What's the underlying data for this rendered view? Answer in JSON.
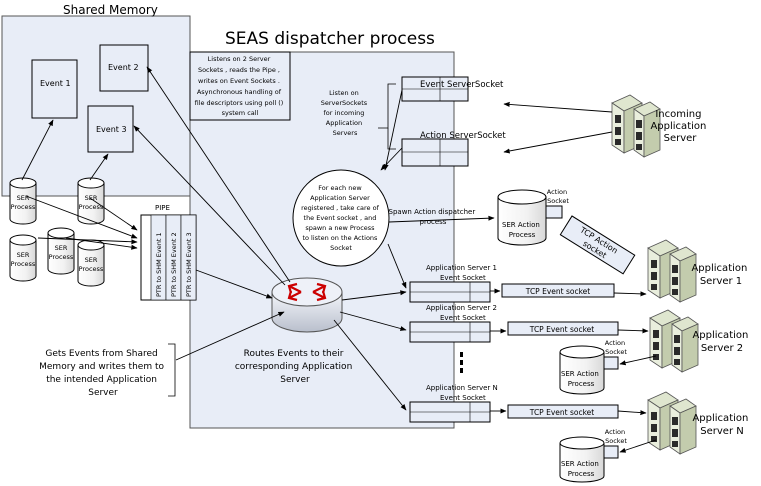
{
  "title": "SEAS dispatcher process",
  "shared_memory": {
    "label": "Shared Memory",
    "events": [
      "Event 1",
      "Event 2",
      "Event 3"
    ]
  },
  "ser_process": [
    "SER",
    "Process"
  ],
  "ser_action_process": [
    "SER Action",
    "Process"
  ],
  "pipe": {
    "label": "PIPE",
    "entries": [
      "PTR to SHM Event 1",
      "PTR to SHM Event 2",
      "PTR to SHM Event 3"
    ]
  },
  "notes": {
    "listens": [
      "Listens on  2 Server",
      "Sockets , reads the Pipe ,",
      "writes on Event Sockets  .",
      "Asynchronous handling of",
      "file descriptors using poll  ()",
      "system call"
    ],
    "listen_server_sockets": [
      "Listen on",
      "ServerSockets",
      "for incoming",
      "Application",
      "Servers"
    ],
    "for_each": [
      "For each new",
      "Application Server",
      "registered , take care of",
      "the Event socket  , and",
      "spawn a new Process",
      "to listen on the Actions",
      "Socket"
    ],
    "spawn": [
      "Spawn Action dispatcher",
      "process"
    ],
    "routes": [
      "Routes Events to their",
      "corresponding Application",
      "Server"
    ],
    "gets_events": [
      "Gets Events from Shared",
      "Memory and writes them to",
      "the intended Application",
      "Server"
    ]
  },
  "sockets": {
    "event_server_socket": "Event ServerSocket",
    "action_server_socket": "Action ServerSocket",
    "incoming": [
      "Incoming",
      "Application",
      "Server"
    ],
    "action_socket": [
      "Action",
      "Socket"
    ],
    "tcp_action_socket": [
      "TCP Action",
      "socket"
    ],
    "tcp_event_socket": "TCP Event socket",
    "event_socket": "Event Socket"
  },
  "app_servers": [
    {
      "row_label": "Application Server   1",
      "name": [
        "Application",
        "Server 1"
      ]
    },
    {
      "row_label": "Application Server   2",
      "name": [
        "Application",
        "Server 2"
      ]
    },
    {
      "row_label": "Application Server  N",
      "name": [
        "Application",
        "Server N"
      ]
    }
  ]
}
